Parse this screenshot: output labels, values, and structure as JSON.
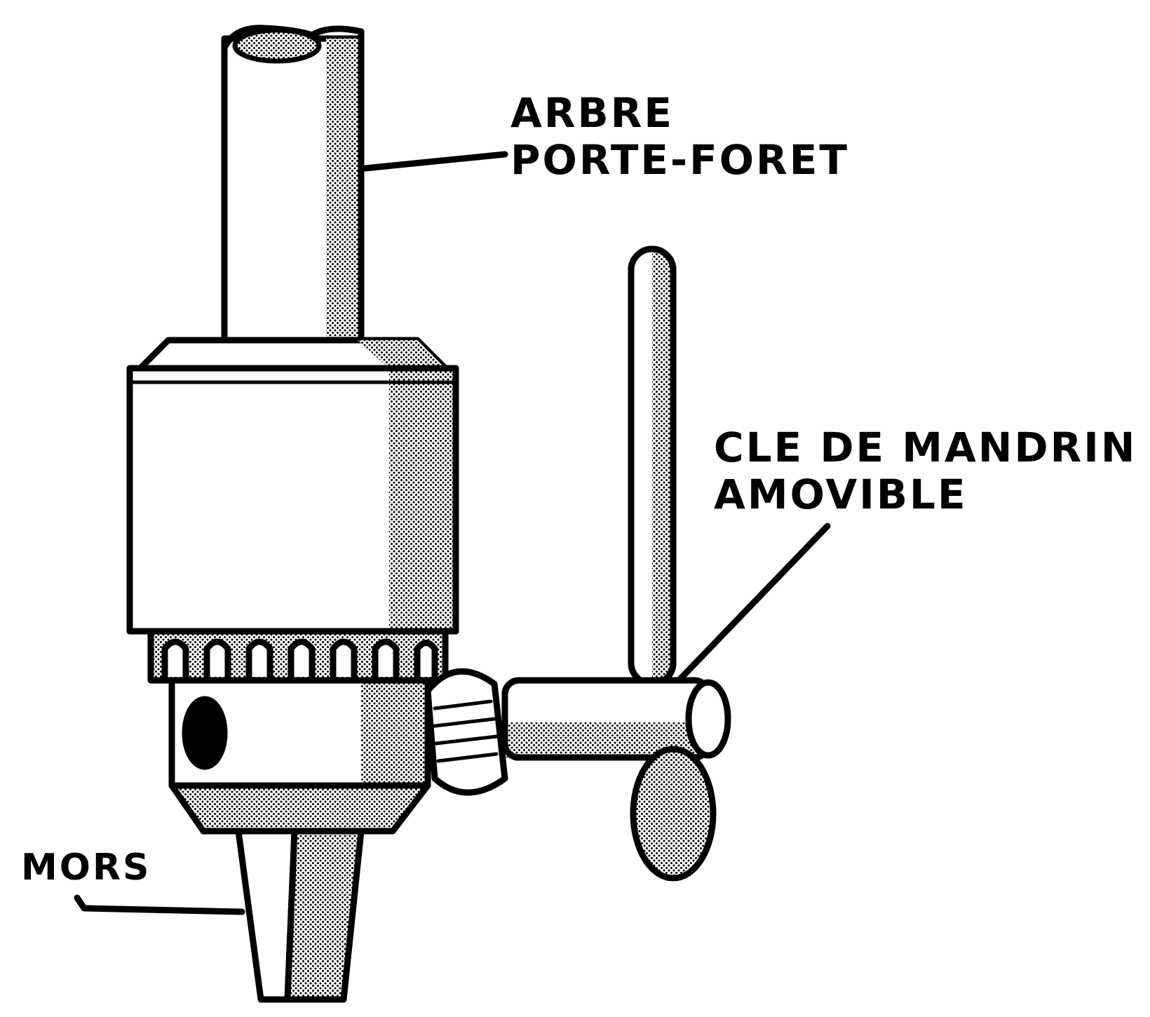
{
  "diagram": {
    "labels": {
      "arbre": [
        "ARBRE",
        "PORTE-FORET"
      ],
      "cle": [
        "CLE DE  MANDRIN",
        "AMOVIBLE"
      ],
      "mors": "MORS"
    },
    "colors": {
      "ink": "#000000",
      "paper": "#ffffff",
      "shade": "#9a9a9a"
    }
  }
}
